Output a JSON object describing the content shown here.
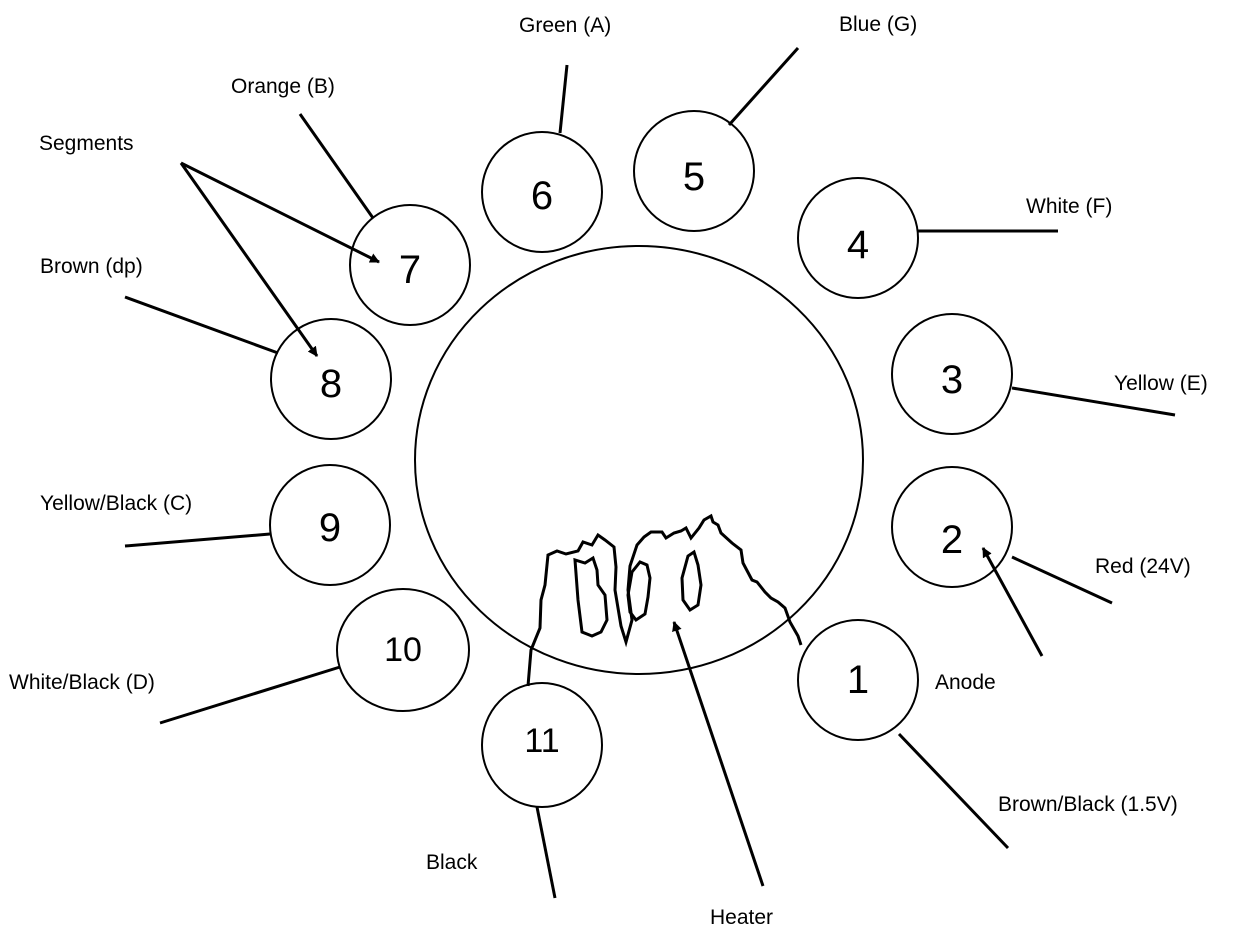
{
  "pins": [
    {
      "number": "1",
      "wire_label": "Brown/Black (1.5V)"
    },
    {
      "number": "2",
      "wire_label": "Red (24V)"
    },
    {
      "number": "3",
      "wire_label": "Yellow (E)"
    },
    {
      "number": "4",
      "wire_label": "White (F)"
    },
    {
      "number": "5",
      "wire_label": "Blue (G)"
    },
    {
      "number": "6",
      "wire_label": "Green (A)"
    },
    {
      "number": "7",
      "wire_label": "Orange (B)"
    },
    {
      "number": "8",
      "wire_label": "Brown (dp)"
    },
    {
      "number": "9",
      "wire_label": "Yellow/Black (C)"
    },
    {
      "number": "10",
      "wire_label": "White/Black (D)"
    },
    {
      "number": "11",
      "wire_label": "Black"
    }
  ],
  "callouts": {
    "segments": "Segments",
    "anode": "Anode",
    "heater": "Heater"
  },
  "colors": {
    "ink": "#000000",
    "background": "#ffffff"
  }
}
